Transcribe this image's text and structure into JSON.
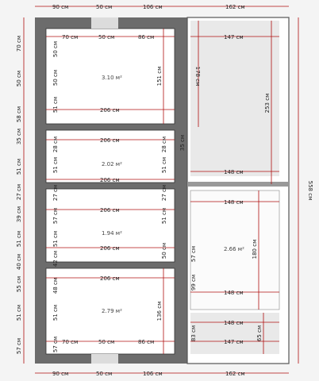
{
  "plan": {
    "top_dims": {
      "left": "90 см",
      "mid": "50 см",
      "right": "106 см",
      "annex": "162 см"
    },
    "bottom_dims": {
      "left": "90 см",
      "mid": "50 см",
      "right": "106 см",
      "annex": "162 см"
    },
    "total_height": "558 см",
    "left_column": [
      "70 см",
      "50 см",
      "58 см",
      "35 см",
      "51 см",
      "27 см",
      "39 см",
      "51 см",
      "40 см",
      "55 см",
      "51 см",
      "57 см"
    ],
    "rooms": [
      {
        "id": "room1",
        "area": "3.10 м²",
        "top_dims": [
          "70 см",
          "50 см",
          "86 см"
        ],
        "width": "206 см",
        "height": "151 см",
        "left_marks": [
          "50 см",
          "50 см",
          "51 см"
        ]
      },
      {
        "id": "room2",
        "area": "2.02 м²",
        "top_width": "206 см",
        "bottom_width": "206 см",
        "left_marks": [
          "28 см",
          "51 см"
        ],
        "right_marks": [
          "28 см",
          "51 см",
          "35 см"
        ]
      },
      {
        "id": "room3",
        "area": "1.94 м²",
        "top_width": "206 см",
        "bottom_width": "206 см",
        "left_marks": [
          "27 см",
          "57 см",
          "51 см",
          "42 см"
        ],
        "right_marks": [
          "27 см",
          "51 см",
          "50 см"
        ]
      },
      {
        "id": "room4",
        "area": "2.79 м²",
        "top_width": "206 см",
        "bottom_dims": [
          "70 см",
          "50 см",
          "86 см"
        ],
        "height": "136 см",
        "left_marks": [
          "48 см",
          "51 см",
          "57 см"
        ]
      }
    ],
    "annex": {
      "top_width": "147 см",
      "top_height_label": "178 см",
      "tall_height": "253 см",
      "dims_148": [
        "148 см",
        "148 см",
        "148 см",
        "148 см"
      ],
      "bottom_width": "147 см",
      "mid_area": "2.66 м²",
      "mid_height": "180 см",
      "side_labels": [
        "57 см",
        "99 см",
        "83 см"
      ],
      "small_height": "65 см"
    }
  }
}
